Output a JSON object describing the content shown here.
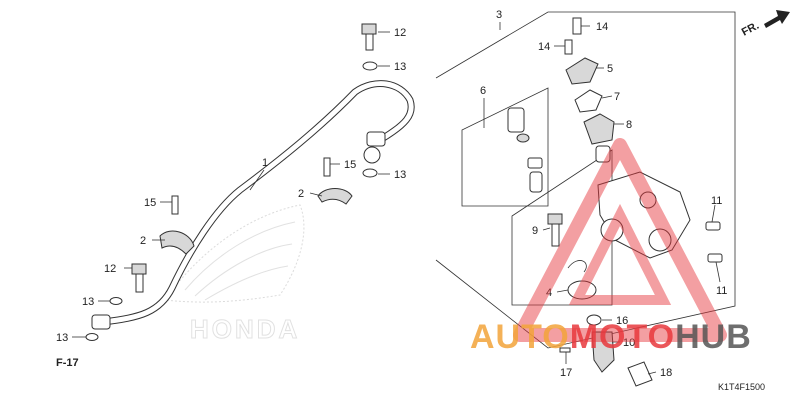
{
  "diagram": {
    "direction_label": "FR.",
    "figure_ref": "F-17",
    "diagram_code": "K1T4F1500",
    "background_logo_text": "HONDA",
    "callouts": {
      "c1": "1",
      "c2a": "2",
      "c2b": "2",
      "c3": "3",
      "c4": "4",
      "c5": "5",
      "c6": "6",
      "c7": "7",
      "c8": "8",
      "c9": "9",
      "c10": "10",
      "c11a": "11",
      "c11b": "11",
      "c12a": "12",
      "c12b": "12",
      "c13a": "13",
      "c13b": "13",
      "c13c": "13",
      "c13d": "13",
      "c14a": "14",
      "c14b": "14",
      "c15a": "15",
      "c15b": "15",
      "c16": "16",
      "c17": "17",
      "c18": "18"
    }
  },
  "watermark": {
    "text_part1": "AUTO",
    "text_part2": "MOTO",
    "text_part3": "HUB",
    "color_orange": "#f2a33a",
    "color_red": "#e8383d",
    "color_gray": "#555555"
  }
}
